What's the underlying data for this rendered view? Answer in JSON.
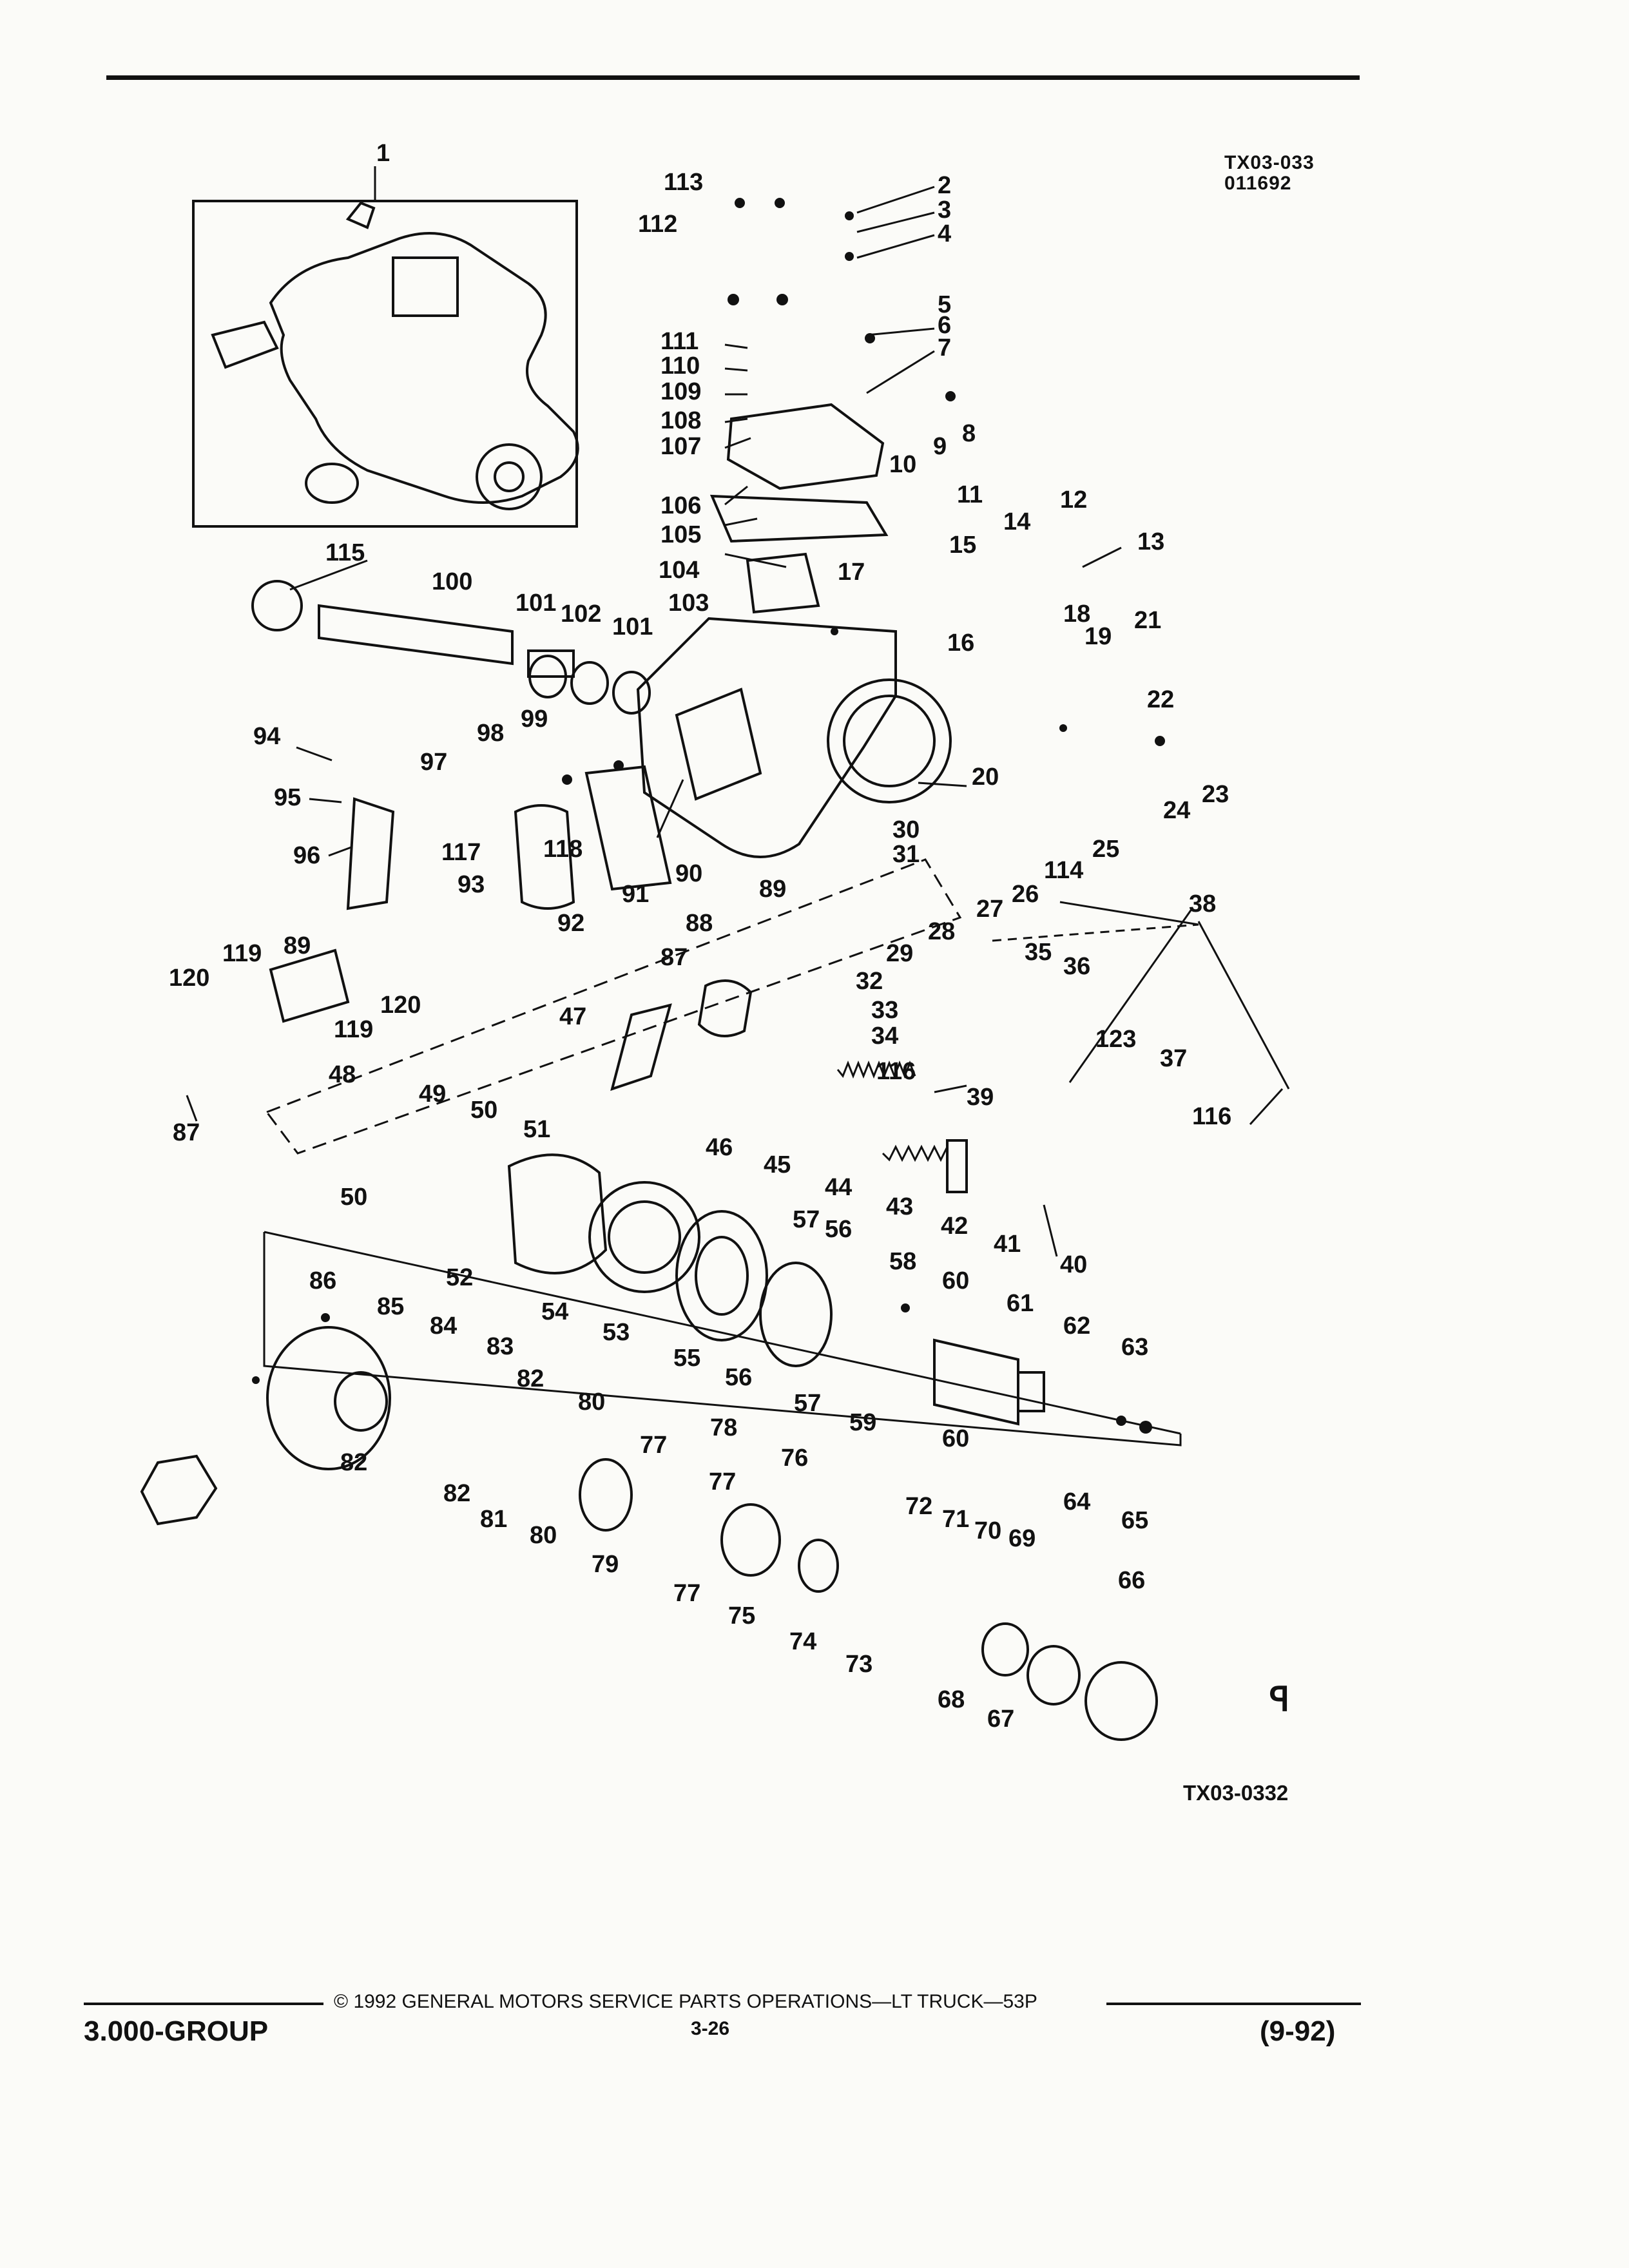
{
  "header": {
    "figure_id": "TX03-033",
    "date_code": "011692"
  },
  "figure_code": "TX03-0332",
  "mark_glyph": "ꟼ",
  "callouts": [
    "1",
    "2",
    "3",
    "4",
    "5",
    "6",
    "7",
    "8",
    "9",
    "10",
    "11",
    "12",
    "13",
    "14",
    "15",
    "16",
    "17",
    "18",
    "19",
    "20",
    "21",
    "22",
    "23",
    "24",
    "25",
    "26",
    "27",
    "28",
    "29",
    "30",
    "31",
    "32",
    "33",
    "34",
    "35",
    "36",
    "37",
    "38",
    "39",
    "40",
    "41",
    "42",
    "43",
    "44",
    "45",
    "46",
    "47",
    "48",
    "49",
    "50",
    "51",
    "52",
    "53",
    "54",
    "55",
    "56",
    "57",
    "58",
    "59",
    "60",
    "61",
    "62",
    "63",
    "64",
    "65",
    "66",
    "67",
    "68",
    "69",
    "70",
    "71",
    "72",
    "73",
    "74",
    "75",
    "76",
    "77",
    "78",
    "79",
    "80",
    "81",
    "82",
    "83",
    "84",
    "85",
    "86",
    "87",
    "88",
    "89",
    "90",
    "91",
    "92",
    "93",
    "94",
    "95",
    "96",
    "97",
    "98",
    "99",
    "100",
    "101",
    "102",
    "103",
    "104",
    "105",
    "106",
    "107",
    "108",
    "109",
    "110",
    "111",
    "112",
    "113",
    "114",
    "115",
    "116",
    "117",
    "118",
    "119",
    "120",
    "123"
  ],
  "footer": {
    "group": "3.000-GROUP",
    "copyright": "© 1992 GENERAL MOTORS SERVICE PARTS OPERATIONS—LT TRUCK—53P",
    "page": "3-26",
    "date": "(9-92)"
  }
}
